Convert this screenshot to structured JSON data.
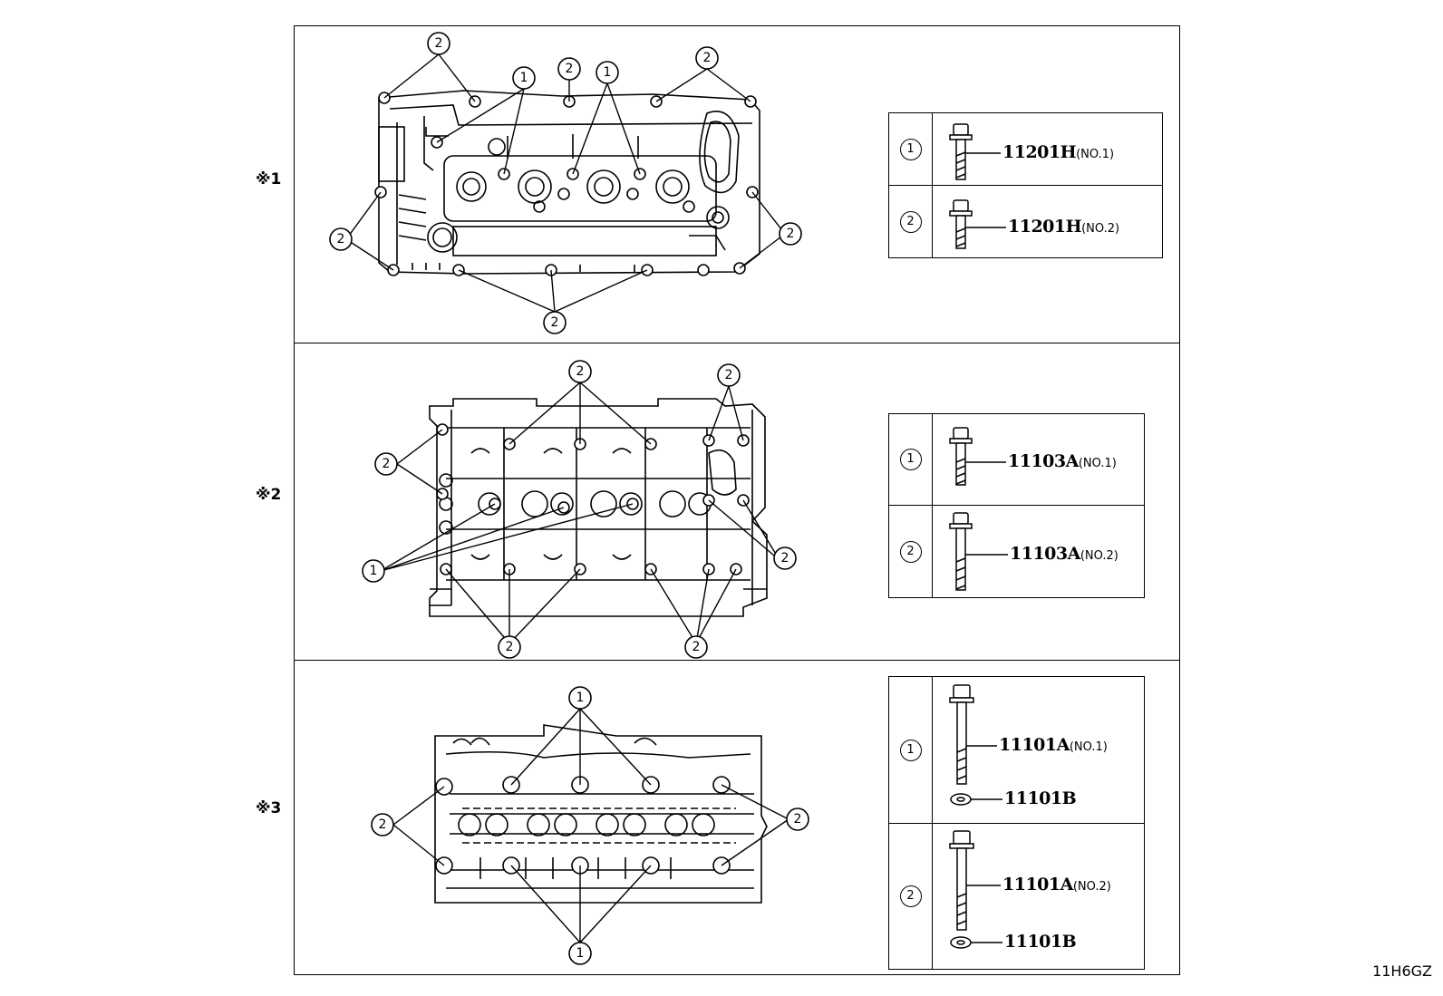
{
  "sections": [
    {
      "label": "※1",
      "callouts": {
        "one": "1",
        "two": "2"
      },
      "legend": [
        {
          "num": "1",
          "part": "11201H",
          "qualifier": "(NO.1)"
        },
        {
          "num": "2",
          "part": "11201H",
          "qualifier": "(NO.2)"
        }
      ]
    },
    {
      "label": "※2",
      "callouts": {
        "one": "1",
        "two": "2"
      },
      "legend": [
        {
          "num": "1",
          "part": "11103A",
          "qualifier": "(NO.1)"
        },
        {
          "num": "2",
          "part": "11103A",
          "qualifier": "(NO.2)"
        }
      ]
    },
    {
      "label": "※3",
      "callouts": {
        "one": "1",
        "two": "2"
      },
      "legend": [
        {
          "num": "1",
          "part": "11101A",
          "qualifier": "(NO.1)",
          "washer": "11101B"
        },
        {
          "num": "2",
          "part": "11101A",
          "qualifier": "(NO.2)",
          "washer": "11101B"
        }
      ]
    }
  ],
  "ref_code": "11H6GZ"
}
